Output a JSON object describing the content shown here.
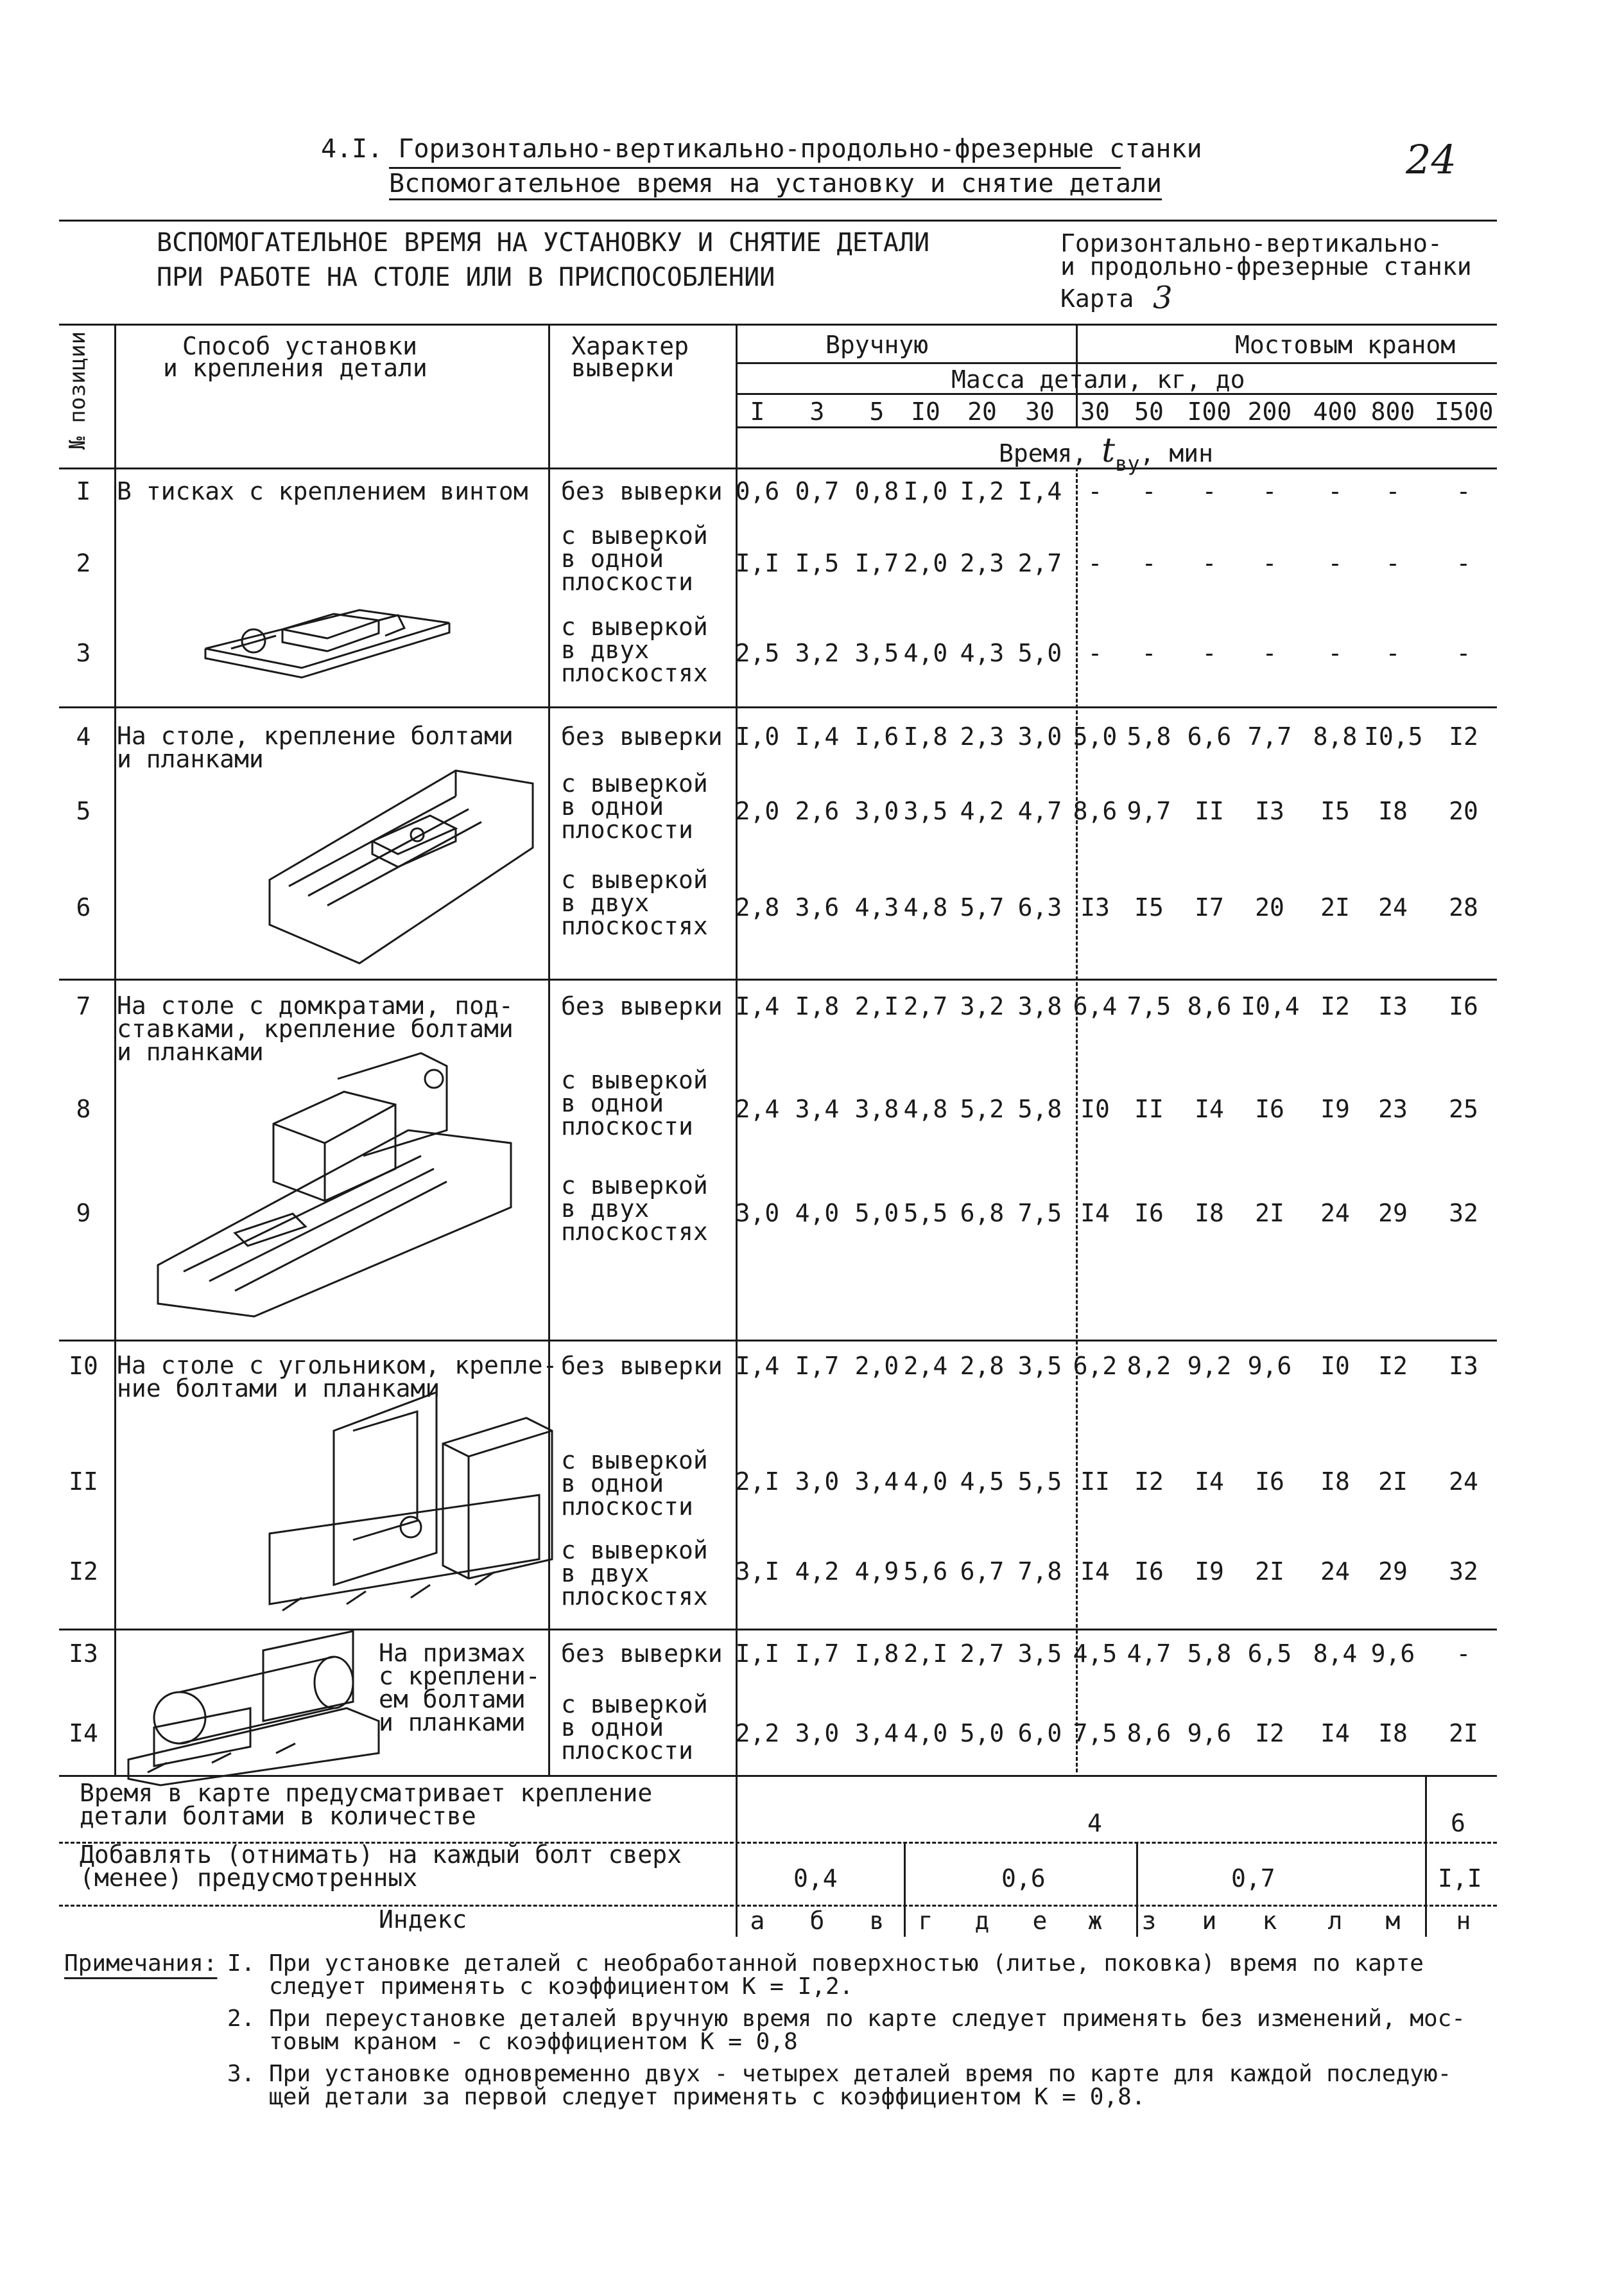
{
  "page": {
    "section_line1": "4.I. Горизонтально-вертикально-продольно-фрезерные станки",
    "section_line2": "Вспомогательное время на установку и снятие детали",
    "page_number": "24"
  },
  "card": {
    "title_line1": "ВСПОМОГАТЕЛЬНОЕ ВРЕМЯ НА УСТАНОВКУ И СНЯТИЕ ДЕТАЛИ",
    "title_line2": "ПРИ РАБОТЕ НА СТОЛЕ ИЛИ В ПРИСПОСОБЛЕНИИ",
    "machine_line1": "Горизонтально-вертикально-",
    "machine_line2": "и продольно-фрезерные станки",
    "card_label": "Карта",
    "card_number": "3"
  },
  "table": {
    "col_pos": "№ позиции",
    "col_method_line1": "Способ установки",
    "col_method_line2": "и крепления детали",
    "col_alignment_line1": "Характер",
    "col_alignment_line2": "выверки",
    "manual": "Вручную",
    "crane": "Мостовым краном",
    "mass_header": "Масса детали, кг, до",
    "masses": [
      "I",
      "3",
      "5",
      "I0",
      "20",
      "30",
      "30",
      "50",
      "I00",
      "200",
      "400",
      "800",
      "I500"
    ],
    "time_label": "Время,",
    "time_symbol": "t",
    "time_sub": "вy",
    "time_unit": ", мин",
    "methods": [
      "В тисках с креплением винтом",
      "На столе, крепление болтами\nи планками",
      "На столе с домкратами, под-\nставками, крепление болтами\nи планками",
      "На столе с угольником, крепле-\nние болтами и планками",
      "На призмах\nс креплени-\nем болтами\nи планками"
    ],
    "alignments": {
      "none": "без выверки",
      "one_plane": "с выверкой\nв одной\nплоскости",
      "two_planes": "с выверкой\nв двух\nплоскостях"
    },
    "rows": [
      {
        "pos": "I",
        "values": [
          "0,6",
          "0,7",
          "0,8",
          "I,0",
          "I,2",
          "I,4",
          "-",
          "-",
          "-",
          "-",
          "-",
          "-",
          "-"
        ]
      },
      {
        "pos": "2",
        "values": [
          "I,I",
          "I,5",
          "I,7",
          "2,0",
          "2,3",
          "2,7",
          "-",
          "-",
          "-",
          "-",
          "-",
          "-",
          "-"
        ]
      },
      {
        "pos": "3",
        "values": [
          "2,5",
          "3,2",
          "3,5",
          "4,0",
          "4,3",
          "5,0",
          "-",
          "-",
          "-",
          "-",
          "-",
          "-",
          "-"
        ]
      },
      {
        "pos": "4",
        "values": [
          "I,0",
          "I,4",
          "I,6",
          "I,8",
          "2,3",
          "3,0",
          "5,0",
          "5,8",
          "6,6",
          "7,7",
          "8,8",
          "I0,5",
          "I2"
        ]
      },
      {
        "pos": "5",
        "values": [
          "2,0",
          "2,6",
          "3,0",
          "3,5",
          "4,2",
          "4,7",
          "8,6",
          "9,7",
          "II",
          "I3",
          "I5",
          "I8",
          "20"
        ]
      },
      {
        "pos": "6",
        "values": [
          "2,8",
          "3,6",
          "4,3",
          "4,8",
          "5,7",
          "6,3",
          "I3",
          "I5",
          "I7",
          "20",
          "2I",
          "24",
          "28"
        ]
      },
      {
        "pos": "7",
        "values": [
          "I,4",
          "I,8",
          "2,I",
          "2,7",
          "3,2",
          "3,8",
          "6,4",
          "7,5",
          "8,6",
          "I0,4",
          "I2",
          "I3",
          "I6"
        ]
      },
      {
        "pos": "8",
        "values": [
          "2,4",
          "3,4",
          "3,8",
          "4,8",
          "5,2",
          "5,8",
          "I0",
          "II",
          "I4",
          "I6",
          "I9",
          "23",
          "25"
        ]
      },
      {
        "pos": "9",
        "values": [
          "3,0",
          "4,0",
          "5,0",
          "5,5",
          "6,8",
          "7,5",
          "I4",
          "I6",
          "I8",
          "2I",
          "24",
          "29",
          "32"
        ]
      },
      {
        "pos": "I0",
        "values": [
          "I,4",
          "I,7",
          "2,0",
          "2,4",
          "2,8",
          "3,5",
          "6,2",
          "8,2",
          "9,2",
          "9,6",
          "I0",
          "I2",
          "I3"
        ]
      },
      {
        "pos": "II",
        "values": [
          "2,I",
          "3,0",
          "3,4",
          "4,0",
          "4,5",
          "5,5",
          "II",
          "I2",
          "I4",
          "I6",
          "I8",
          "2I",
          "24"
        ]
      },
      {
        "pos": "I2",
        "values": [
          "3,I",
          "4,2",
          "4,9",
          "5,6",
          "6,7",
          "7,8",
          "I4",
          "I6",
          "I9",
          "2I",
          "24",
          "29",
          "32"
        ]
      },
      {
        "pos": "I3",
        "values": [
          "I,I",
          "I,7",
          "I,8",
          "2,I",
          "2,7",
          "3,5",
          "4,5",
          "4,7",
          "5,8",
          "6,5",
          "8,4",
          "9,6",
          "-"
        ]
      },
      {
        "pos": "I4",
        "values": [
          "2,2",
          "3,0",
          "3,4",
          "4,0",
          "5,0",
          "6,0",
          "7,5",
          "8,6",
          "9,6",
          "I2",
          "I4",
          "I8",
          "2I"
        ]
      }
    ],
    "bolts_label": "Время в карте предусматривает крепление\nдетали болтами в количестве",
    "bolts_main": "4",
    "bolts_last": "6",
    "add_label": "Добавлять (отнимать) на каждый болт сверх\n(менее) предусмотренных",
    "add_values": [
      "0,4",
      "0,6",
      "0,7",
      "I,I"
    ],
    "index_label": "Индекс",
    "index_letters": [
      "а",
      "б",
      "в",
      "г",
      "д",
      "е",
      "ж",
      "з",
      "и",
      "к",
      "л",
      "м",
      "н"
    ]
  },
  "notes": {
    "title": "Примечания:",
    "n1": "I. При установке деталей с необработанной поверхностью (литье, поковка) время по карте\n   следует применять с коэффициентом К = I,2.",
    "n2": "2. При переустановке деталей вручную время по карте следует применять без изменений, мос-\n   товым краном - с коэффициентом К = 0,8",
    "n3": "3. При установке одновременно двух - четырех деталей время по карте для каждой последую-\n   щей детали за первой следует применять с коэффициентом К = 0,8."
  }
}
